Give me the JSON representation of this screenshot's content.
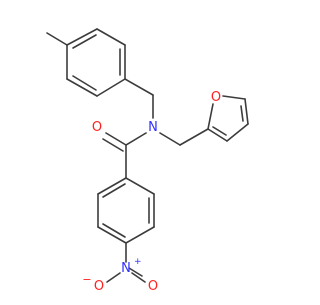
{
  "molecule": {
    "atom_labels": {
      "N_amide": "N",
      "O_carbonyl": "O",
      "O_furan": "O",
      "N_nitro": "N",
      "N_nitro_charge": "+",
      "O_nitro_1": "O",
      "O_nitro_1_charge": "−",
      "O_nitro_2": "O"
    },
    "colors": {
      "bond": "#3c3c3c",
      "nitrogen": "#3030ff",
      "oxygen": "#ff2020",
      "background": "#ffffff"
    }
  }
}
